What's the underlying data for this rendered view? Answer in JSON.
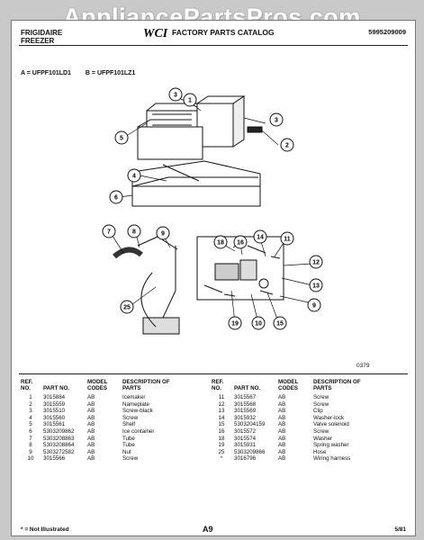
{
  "watermark": "AppliancePartsPros.com",
  "header": {
    "brand_line1": "FRIGIDAIRE",
    "brand_line2": "FREEZER",
    "logo_text": "WCI",
    "catalog_title": "FACTORY PARTS CATALOG",
    "catalog_number": "5995209009"
  },
  "models": {
    "a": "A = UFPF101LD1",
    "b": "B = UFPF101LZ1"
  },
  "figure_number": "0379",
  "callouts": [
    "3",
    "3",
    "1",
    "2",
    "5",
    "4",
    "6",
    "7",
    "8",
    "9",
    "18",
    "16",
    "14",
    "11",
    "12",
    "13",
    "9",
    "15",
    "10",
    "19",
    "25"
  ],
  "table_headers": {
    "ref": "REF. NO.",
    "part": "PART NO.",
    "model": "MODEL CODES",
    "desc": "DESCRIPTION OF PARTS"
  },
  "parts_left": [
    {
      "ref": "1",
      "part": "3015884",
      "model": "AB",
      "desc": "Icemaker"
    },
    {
      "ref": "2",
      "part": "3015559",
      "model": "AB",
      "desc": "Nameplate"
    },
    {
      "ref": "3",
      "part": "3015510",
      "model": "AB",
      "desc": "Screw-black"
    },
    {
      "ref": "4",
      "part": "3015560",
      "model": "AB",
      "desc": "Screw"
    },
    {
      "ref": "5",
      "part": "3015561",
      "model": "AB",
      "desc": "Shelf"
    },
    {
      "ref": "6",
      "part": "5303209862",
      "model": "AB",
      "desc": "Ice container"
    },
    {
      "ref": "7",
      "part": "5303208863",
      "model": "AB",
      "desc": "Tube"
    },
    {
      "ref": "8",
      "part": "5303208864",
      "model": "AB",
      "desc": "Tube"
    },
    {
      "ref": "9",
      "part": "5303272582",
      "model": "AB",
      "desc": "Nut"
    },
    {
      "ref": "10",
      "part": "3015566",
      "model": "AB",
      "desc": "Screw"
    }
  ],
  "parts_right": [
    {
      "ref": "11",
      "part": "3015567",
      "model": "AB",
      "desc": "Screw"
    },
    {
      "ref": "12",
      "part": "3015568",
      "model": "AB",
      "desc": "Screw"
    },
    {
      "ref": "13",
      "part": "3015569",
      "model": "AB",
      "desc": "Clip"
    },
    {
      "ref": "14",
      "part": "3015932",
      "model": "AB",
      "desc": "Washer-lock"
    },
    {
      "ref": "15",
      "part": "5303204159",
      "model": "AB",
      "desc": "Valve solenoid"
    },
    {
      "ref": "16",
      "part": "3015572",
      "model": "AB",
      "desc": "Screw"
    },
    {
      "ref": "18",
      "part": "3015574",
      "model": "AB",
      "desc": "Washer"
    },
    {
      "ref": "19",
      "part": "3015931",
      "model": "AB",
      "desc": "Spring washer"
    },
    {
      "ref": "25",
      "part": "5303209866",
      "model": "AB",
      "desc": "Hose"
    },
    {
      "ref": "*",
      "part": "3016796",
      "model": "AB",
      "desc": "Wiring harness"
    }
  ],
  "footer": {
    "note": "* = Not Illustrated",
    "page": "A9",
    "date": "5/81"
  }
}
